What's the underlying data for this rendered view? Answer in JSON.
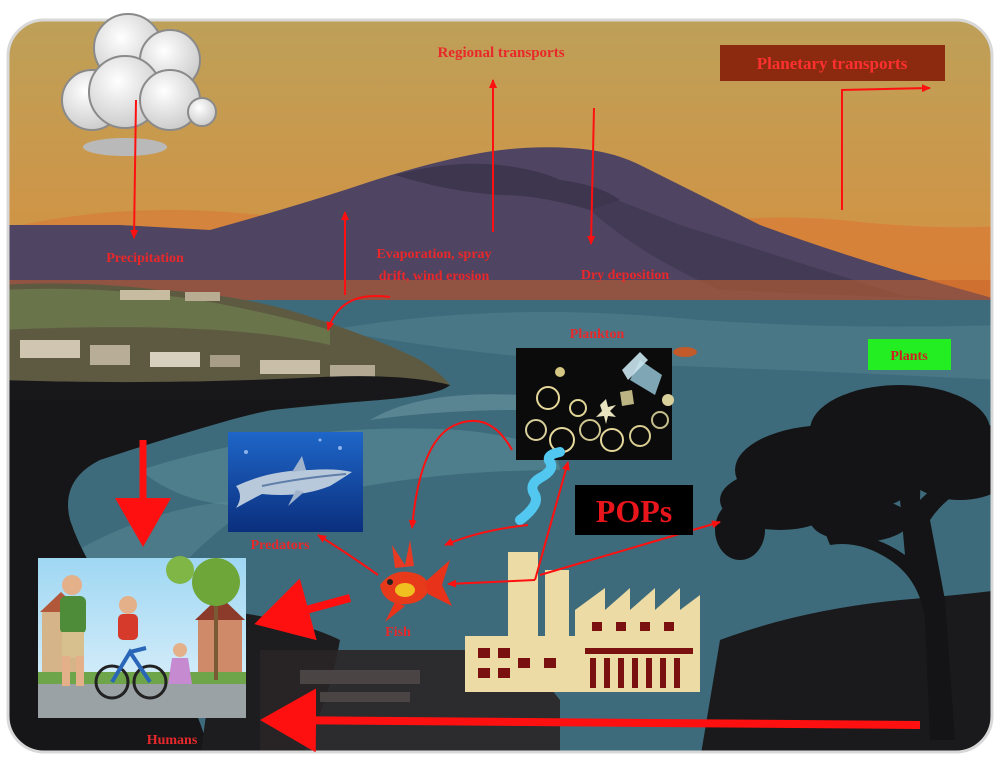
{
  "labels": {
    "regional": "Regional transports",
    "planetary": "Planetary transports",
    "precipitation": "Precipitation",
    "evaporation_line1": "Evaporation, spray",
    "evaporation_line2": "drift, wind erosion",
    "dry_deposition": "Dry deposition",
    "plankton": "Plankton",
    "plants": "Plants",
    "pops": "POPs",
    "predators": "Predators",
    "fish": "Fish",
    "humans": "Humans"
  },
  "colors": {
    "label_red": "#e8282a",
    "arrow_red": "#ff1010",
    "planetary_box": "#8b2a0f",
    "planetary_text": "#ff3030",
    "plants_box": "#22ee22",
    "pops_box": "#000000",
    "pops_text": "#e8161c",
    "sea": "#3d6b7c",
    "land": "#161618",
    "mountain": "#4e4360",
    "sky_top": "#c9a24d",
    "sky_bottom": "#e07828",
    "factory": "#ecdba4",
    "factory_window": "#7a1010"
  }
}
